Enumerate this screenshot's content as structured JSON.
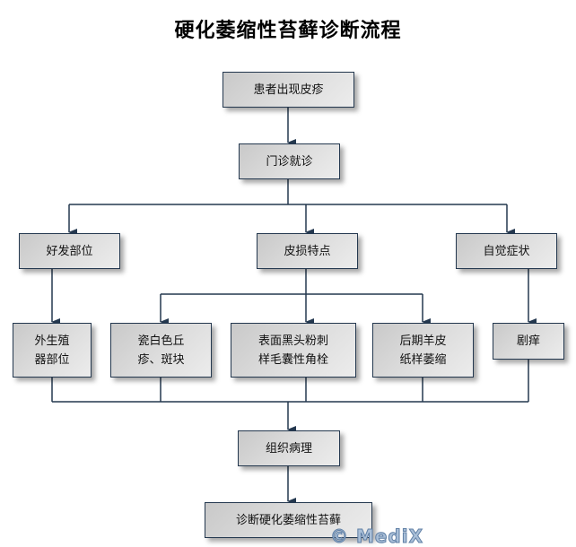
{
  "title": "硬化萎缩性苔藓诊断流程",
  "nodes": {
    "rash": "患者出现皮疹",
    "clinic": "门诊就诊",
    "site": "好发部位",
    "lesion": "皮损特点",
    "symptom": "自觉症状",
    "genital": "外生殖\n器部位",
    "porcelain": "瓷白色丘\n疹、斑块",
    "comedo": "表面黑头粉刺\n样毛囊性角栓",
    "parchment": "后期羊皮\n纸样萎缩",
    "itch": "剧痒",
    "pathology": "组织病理",
    "diagnosis": "诊断硬化萎缩性苔藓"
  },
  "edges": [
    [
      "rash",
      "clinic"
    ],
    [
      "clinic",
      "site"
    ],
    [
      "clinic",
      "lesion"
    ],
    [
      "clinic",
      "symptom"
    ],
    [
      "site",
      "genital"
    ],
    [
      "lesion",
      "porcelain"
    ],
    [
      "lesion",
      "comedo"
    ],
    [
      "lesion",
      "parchment"
    ],
    [
      "symptom",
      "itch"
    ],
    [
      "genital",
      "pathology"
    ],
    [
      "porcelain",
      "pathology"
    ],
    [
      "comedo",
      "pathology"
    ],
    [
      "parchment",
      "pathology"
    ],
    [
      "itch",
      "pathology"
    ],
    [
      "pathology",
      "diagnosis"
    ]
  ],
  "colors": {
    "line": "#24384f",
    "box_border": "#24384f"
  },
  "watermark": "© MediX"
}
